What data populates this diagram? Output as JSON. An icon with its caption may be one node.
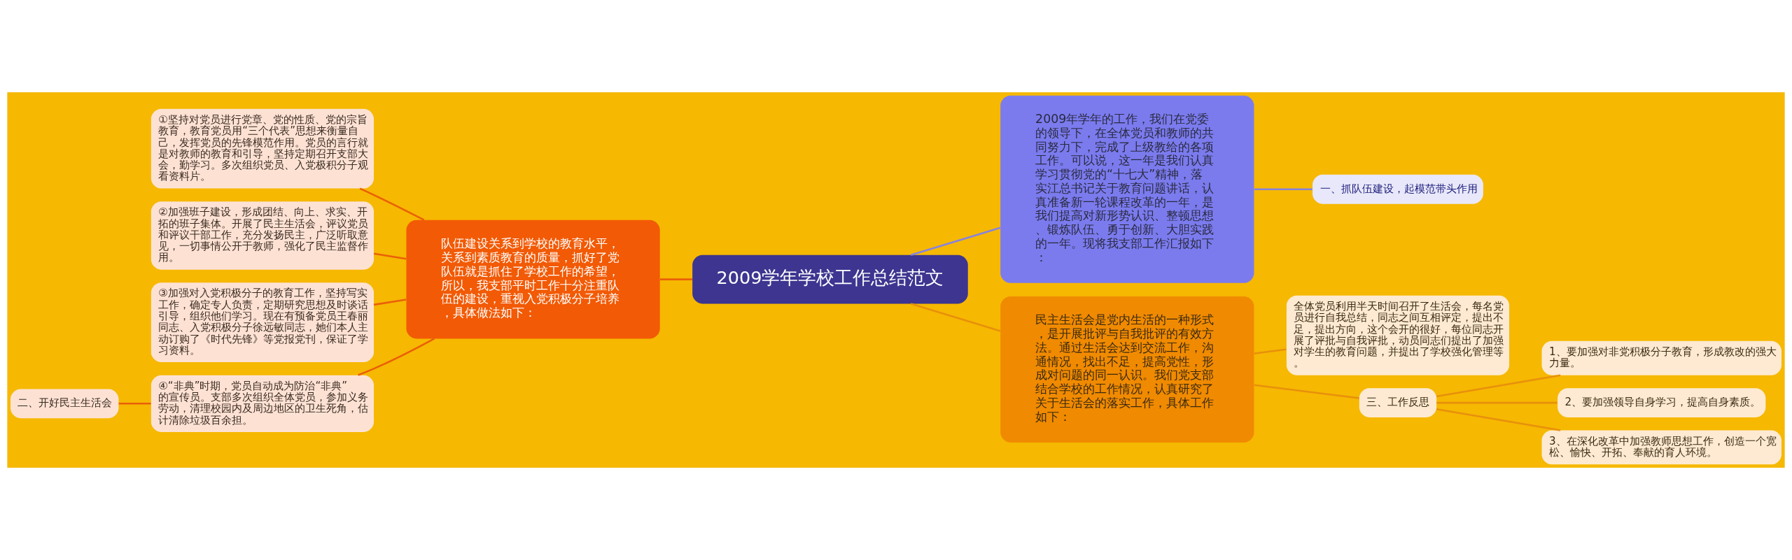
{
  "diagram": {
    "nodes": [
      {
        "text": [
          "2009学年学校工作总结范文"
        ]
      },
      {
        "text": [
          "2009年学年的工作，我们在党委的领导下，在全体党员和教师的共同努力下，完成了上级教给的各项工作。可以说，这一年是我们认真学习贯彻党的“十七大”精神，落实江总书记关于教育问题讲话，认真准备新一轮课程改革的一年，是我们提高对新形势认识、整顿思想、锻炼队伍、勇于创新、大胆实践的一年。现将我支部工作汇报如下："
        ]
      },
      {
        "text": [
          "一、抓队伍建设，起模范带头作用"
        ]
      },
      {
        "text": [
          "队伍建设关系到学校的教育水平，关系到素质教育的质量，抓好了党队伍就是抓住了学校工作的希望，所以，我支部平时工作十分注重队伍的建设，重视入党积极分子培养，具体做法如下："
        ]
      },
      {
        "text": [
          "①坚持对党员进行党章、党的性质、党的宗旨教育，教育党员用“三个代表”思想来衡量自己，发挥党员的先锋模范作用。党员的言行就是对教师的教育和引导，坚持定期召开支部大会，勤学习。多次组织党员、入党极积分子观看资料片。"
        ]
      },
      {
        "text": [
          "②加强班子建设，形成团结、向上、求实、开拓的班子集体。开展了民主生活会，评议党员和评议干部工作，充分发扬民主，广泛听取意见，一切事情公开于教师，强化了民主监督作用。"
        ]
      },
      {
        "text": [
          "③加强对入党积极分子的教育工作，坚持写实工作，确定专人负责，定期研究思想及时谈话引导，组织他们学习。现在有预备党员王春丽同志、入党积极分子徐远敏同志，她们本人主动订购了《时代先锋》等党报党刊，保证了学习资料。"
        ]
      },
      {
        "text": [
          "④“非典”时期，党员自动成为防治“非典”的宣传员。支部多次组织全体党员，参加义务劳动，清理校园内及周边地区的卫生死角，估计清除垃圾百余担。"
        ]
      },
      {
        "text": [
          "二、开好民主生活会"
        ]
      },
      {
        "text": [
          "民主生活会是党内生活的一种形式，是开展批评与自我批评的有效方法。通过生活会达到交流工作，沟通情况，找出不足，提高党性，形成对问题的同一认识。我们党支部结合学校的工作情况，认真研究了关于生活会的落实工作，具体工作如下："
        ]
      },
      {
        "text": [
          "全体党员利用半天时间召开了生活会，每名党员进行自我总结，同志之间互相评定，提出不足，提出方向，这个会开的很好，每位同志开展了评批与自我评批，动员同志们提出了加强对学生的教育问题，并提出了学校强化管理等。"
        ]
      },
      {
        "text": [
          "三、工作反思"
        ]
      },
      {
        "text": [
          "1、要加强对非党积极分子教育，形成教改的强大力量。"
        ]
      },
      {
        "text": [
          "2、要加强领导自身学习，提高自身素质。"
        ]
      },
      {
        "text": [
          "3、在深化改革中加强教师思想工作，创造一个宽松、愉快、开拓、奉献的育人环境。"
        ]
      }
    ],
    "edges": [
      {
        "from": 0,
        "to": 1,
        "arrow": "none",
        "color": "#8683e0"
      },
      {
        "from": 1,
        "to": 2,
        "arrow": "none",
        "color": "#8683e0"
      },
      {
        "from": 3,
        "to": 0,
        "arrow": "none",
        "color": "#ea5f0a"
      },
      {
        "from": 4,
        "to": 3,
        "arrow": "none",
        "color": "#ea5f0a"
      },
      {
        "from": 5,
        "to": 3,
        "arrow": "none",
        "color": "#ea5f0a"
      },
      {
        "from": 6,
        "to": 3,
        "arrow": "none",
        "color": "#ea5f0a"
      },
      {
        "from": 7,
        "to": 3,
        "arrow": "none",
        "color": "#ea5f0a"
      },
      {
        "from": 8,
        "to": 7,
        "arrow": "none",
        "color": "#ea5f0a"
      },
      {
        "from": 0,
        "to": 9,
        "arrow": "none"
      },
      {
        "from": 9,
        "to": 10,
        "arrow": "none"
      },
      {
        "from": 9,
        "to": 11,
        "arrow": "none"
      },
      {
        "from": 11,
        "to": 12,
        "arrow": "none"
      },
      {
        "from": 11,
        "to": 13,
        "arrow": "none"
      },
      {
        "from": 11,
        "to": 14,
        "arrow": "none"
      }
    ]
  }
}
